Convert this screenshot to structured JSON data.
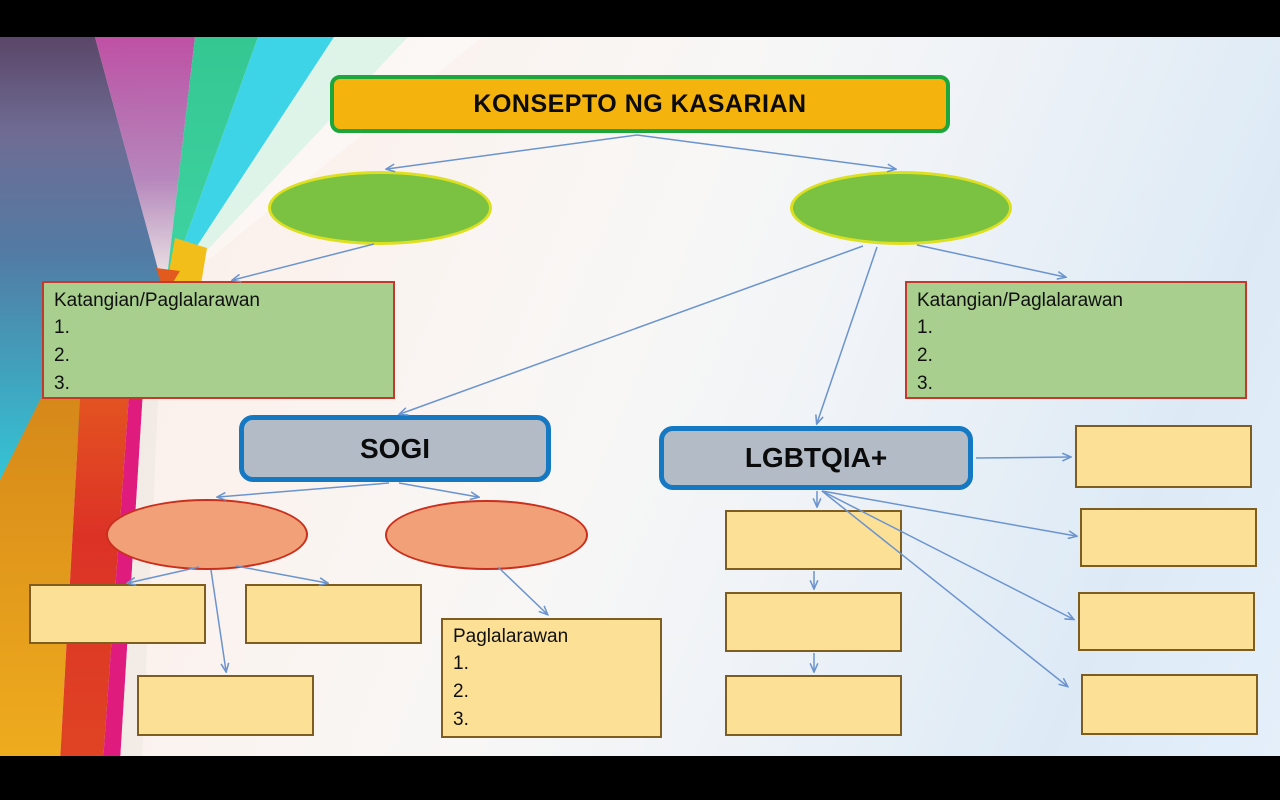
{
  "title": {
    "label": "KONSEPTO NG KASARIAN"
  },
  "nodes": {
    "sogi": "SOGI",
    "lgbtq": "LGBTQIA+"
  },
  "katangian_left": {
    "heading": "Katangian/Paglalarawan",
    "items": [
      "1.",
      "2.",
      "3."
    ]
  },
  "katangian_right": {
    "heading": "Katangian/Paglalarawan",
    "items": [
      "1.",
      "2.",
      "3."
    ]
  },
  "paglalarawan": {
    "heading": "Paglalarawan",
    "items": [
      "1.",
      "2.",
      "3."
    ]
  },
  "colors": {
    "title_fill": "#F5B40D",
    "title_border": "#1CA63C",
    "green_ellipse_fill": "#7CC242",
    "green_ellipse_border": "#DDE021",
    "katangian_fill": "#A8CF8E",
    "katangian_border": "#C4392B",
    "node_fill": "#B2BBC6",
    "node_border": "#1478C2",
    "orange_ellipse_fill": "#F2A077",
    "orange_ellipse_border": "#C92F1D",
    "blank_fill": "#FCE096",
    "blank_border": "#7D5E20",
    "arrow": "#6B94CE"
  }
}
